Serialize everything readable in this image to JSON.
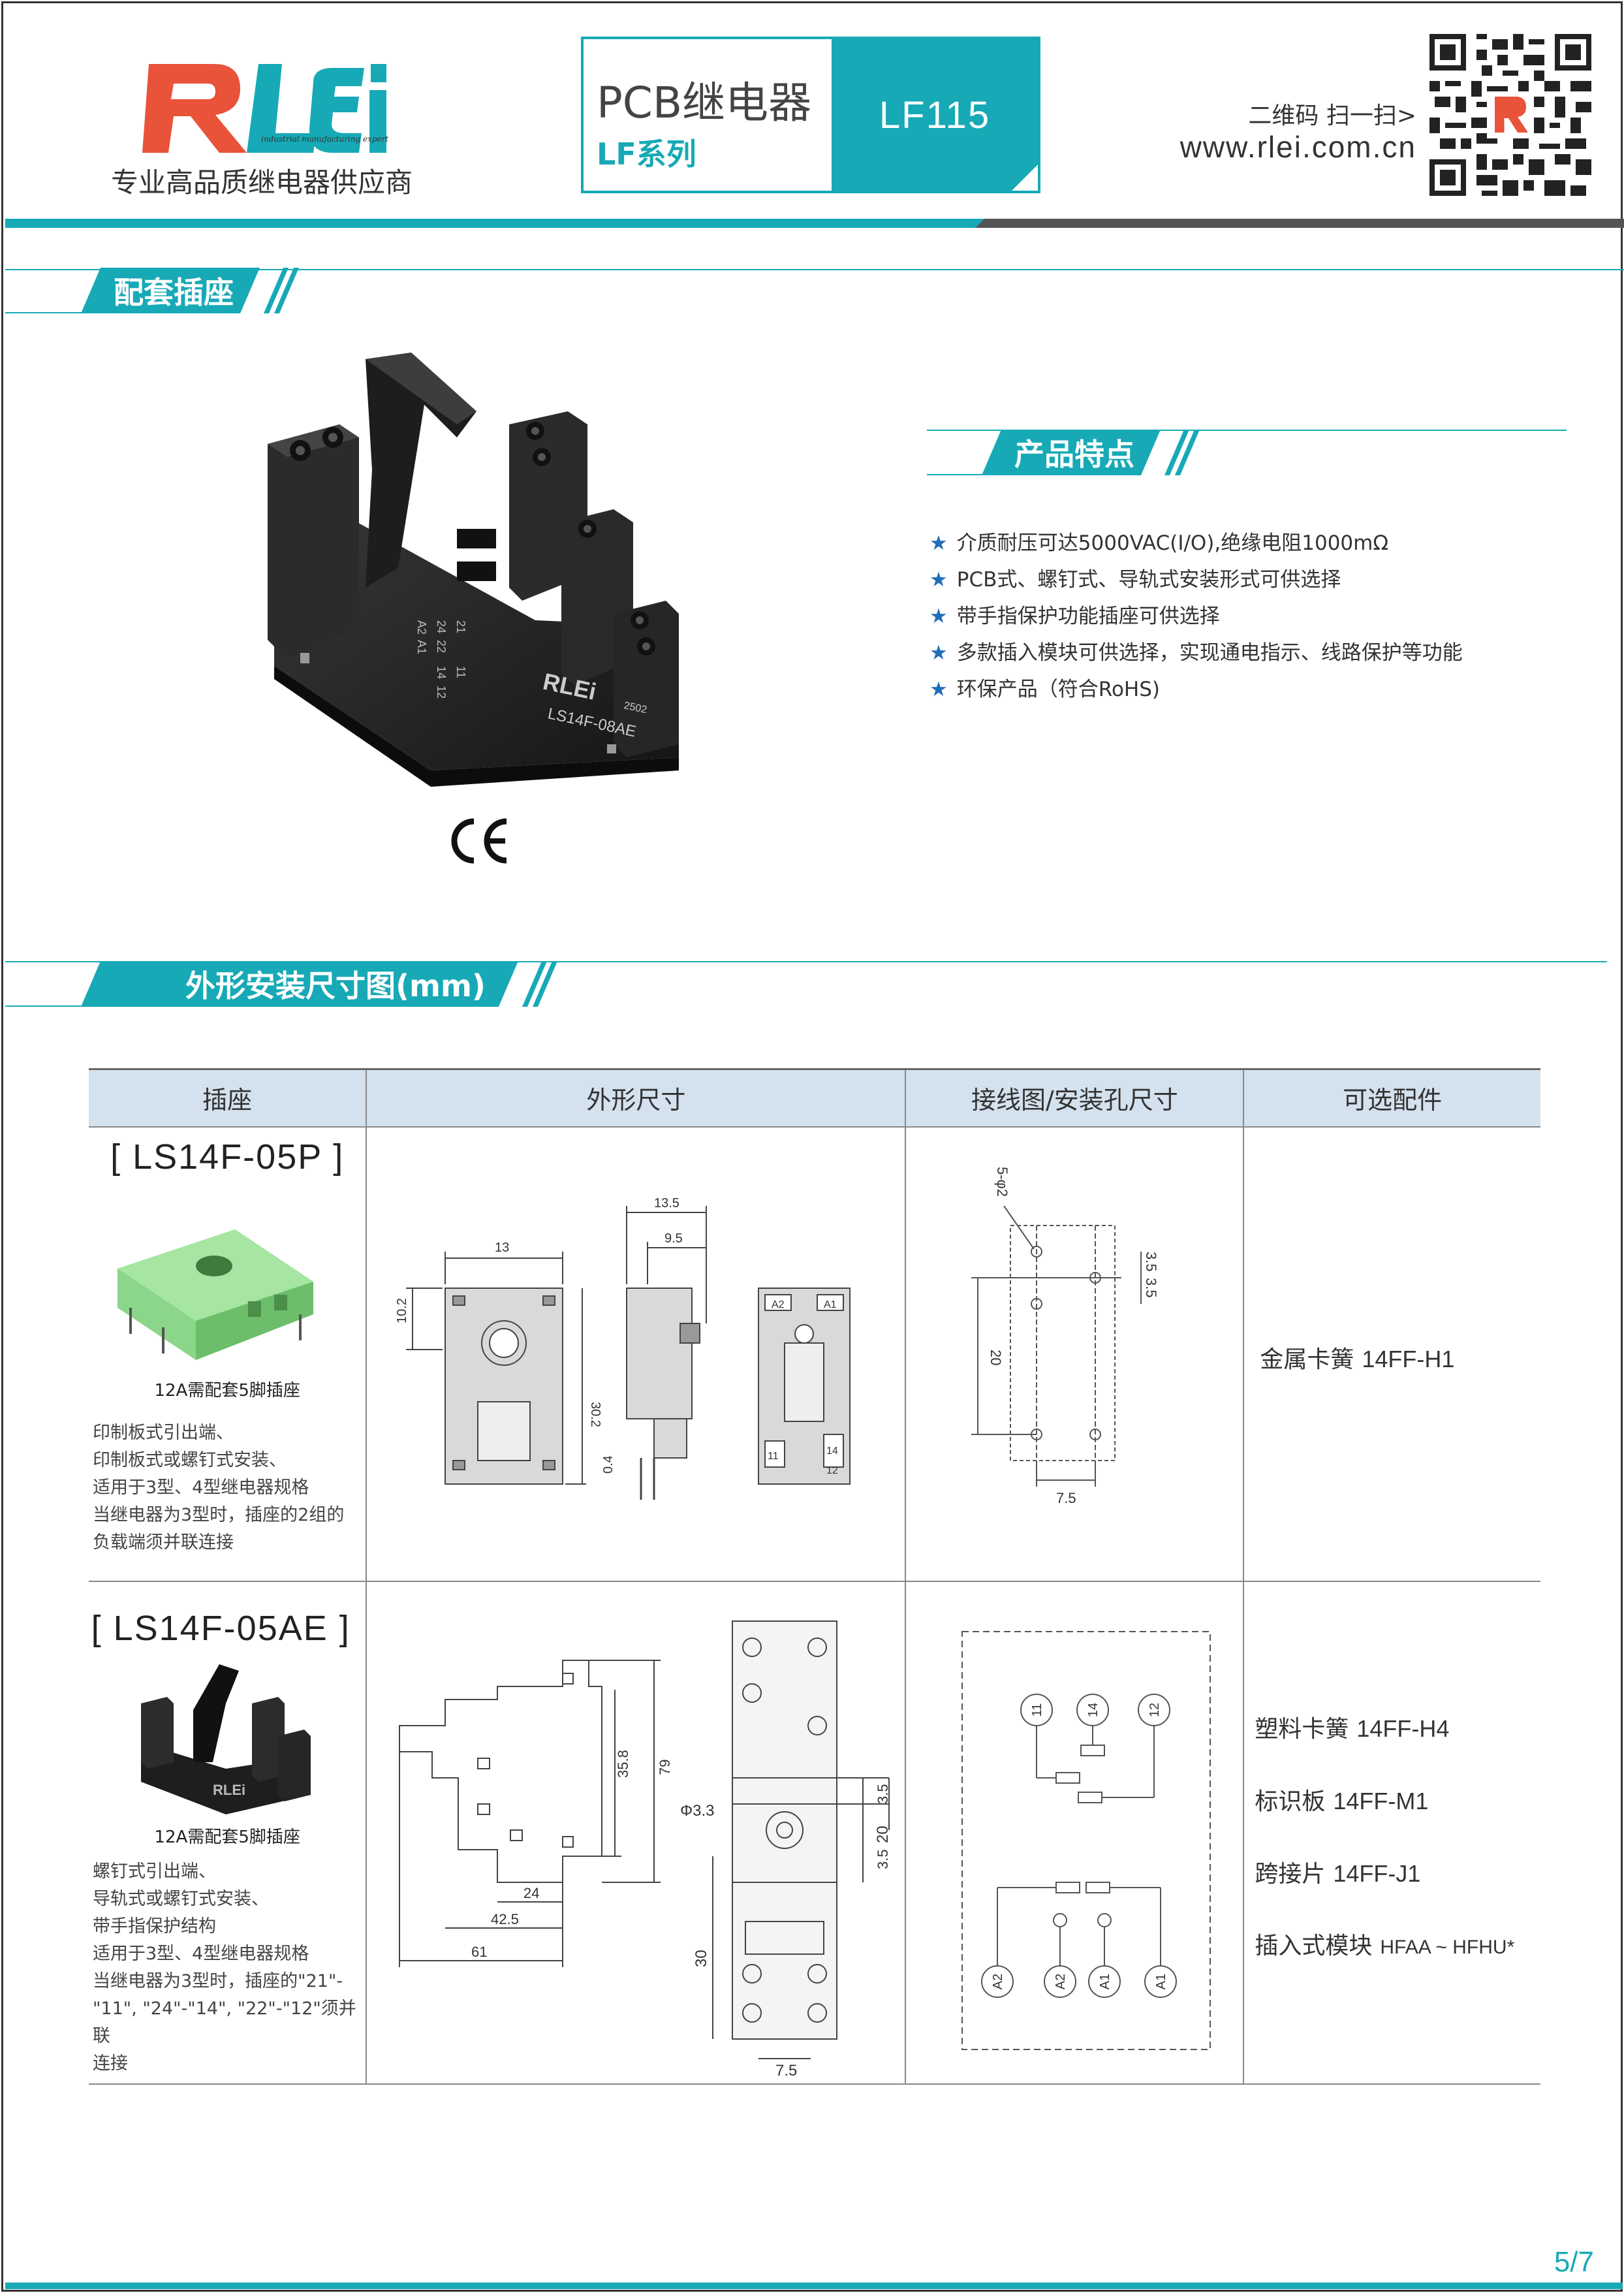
{
  "header": {
    "logo": "RLEi",
    "logo_sub": "industrial manufacturing expert",
    "tagline": "专业高品质继电器供应商",
    "title_main": "PCB继电器",
    "title_series": "LF系列",
    "model": "LF115",
    "scan_text": "二维码 扫一扫>",
    "url": "www.rlei.com.cn"
  },
  "sections": {
    "socket": "配套插座",
    "features": "产品特点",
    "dimensions": "外形安装尺寸图(mm)"
  },
  "product_photo": {
    "brand": "RLEi",
    "date_code": "2502",
    "model": "LS14F-08AE",
    "terminal_labels": [
      "21",
      "11",
      "24",
      "22",
      "14",
      "12",
      "A2",
      "A1"
    ]
  },
  "ce_mark": "CE",
  "features": [
    "介质耐压可达5000VAC(I/O),绝缘电阻1000mΩ",
    "PCB式、螺钉式、导轨式安装形式可供选择",
    "带手指保护功能插座可供选择",
    "多款插入模块可供选择，实现通电指示、线路保护等功能",
    "环保产品（符合RoHS)"
  ],
  "table": {
    "headers": [
      "插座",
      "外形尺寸",
      "接线图/安装孔尺寸",
      "可选配件"
    ],
    "rows": [
      {
        "model": "[ LS14F-05P ]",
        "caption": "12A需配套5脚插座",
        "description": [
          "印制板式引出端、",
          "印制板式或螺钉式安装、",
          "适用于3型、4型继电器规格",
          "当继电器为3型时，插座的2组的",
          "负载端须并联连接"
        ],
        "dims": [
          "13",
          "10.2",
          "30.2",
          "13.5",
          "9.5",
          "0.4"
        ],
        "pinlabels": [
          "A2",
          "A1",
          "11",
          "14",
          "12"
        ],
        "wiring": [
          "5-φ2",
          "3.5",
          "3.5",
          "20",
          "7.5"
        ],
        "accessories": [
          {
            "name": "金属卡簧",
            "code": "14FF-H1"
          }
        ]
      },
      {
        "model": "[ LS14F-05AE ]",
        "caption": "12A需配套5脚插座",
        "description": [
          "螺钉式引出端、",
          "导轨式或螺钉式安装、",
          "带手指保护结构",
          "适用于3型、4型继电器规格",
          "当继电器为3型时，插座的\"21\"-",
          "\"11\", \"24\"-\"14\", \"22\"-\"12\"须并联",
          "连接"
        ],
        "dims": [
          "35.8",
          "79",
          "24",
          "42.5",
          "61",
          "3.5",
          "3.5",
          "20",
          "30",
          "7.5",
          "Φ3.3"
        ],
        "wiring": [
          "11",
          "14",
          "12",
          "A2",
          "A2",
          "A1",
          "A1"
        ],
        "accessories": [
          {
            "name": "塑料卡簧",
            "code": "14FF-H4"
          },
          {
            "name": "标识板",
            "code": "14FF-M1"
          },
          {
            "name": "跨接片",
            "code": "14FF-J1"
          },
          {
            "name": "插入式模块",
            "code": "HFAA ~ HFHU*"
          }
        ]
      }
    ]
  },
  "footer": {
    "page": "5/7"
  },
  "colors": {
    "accent": "#17a9b6",
    "logo_red": "#e8533a",
    "dark_bar": "#555555",
    "header_fill": "#d4e1ee"
  }
}
